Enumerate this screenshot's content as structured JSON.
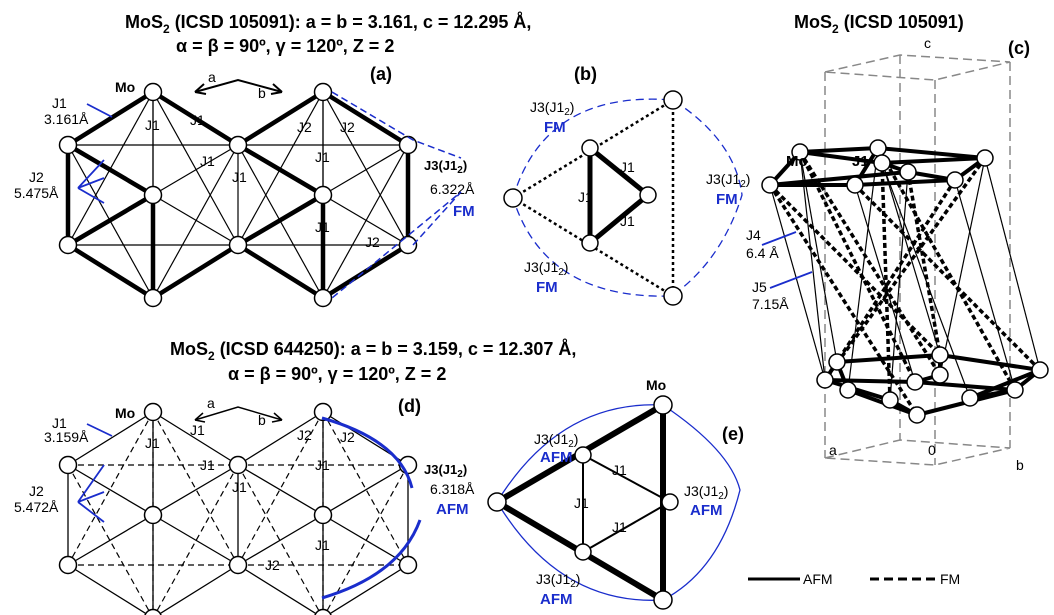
{
  "titles": {
    "top_formula": "MoS",
    "top_sub": "2",
    "top_rest": " (ICSD 105091): ",
    "top_params": "a = b = 3.161, c = 12.295 Å,",
    "top_line2": "α = β = 90º, γ = 120º, Z = 2",
    "right_formula": "MoS",
    "right_sub": "2",
    "right_rest": " (ICSD 105091)",
    "mid_formula": "MoS",
    "mid_sub": "2",
    "mid_rest": " (ICSD 644250): ",
    "mid_params": "a = b = 3.159, c = 12.307 Å,",
    "mid_line2": "α = β = 90º, γ = 120º, Z = 2"
  },
  "panels": {
    "a": "(a)",
    "b": "(b)",
    "c": "(c)",
    "d": "(d)",
    "e": "(e)"
  },
  "panel_a": {
    "mo": "Mo",
    "j1": "J1",
    "j1_dist": "3.161Å",
    "j2": "J2",
    "j2_dist": "5.475Å",
    "j3": "J3(J1",
    "j3_sub": "2",
    "j3_close": ")",
    "j3_dist": "6.322Å",
    "j3_type": "FM",
    "axis_a": "a",
    "axis_b": "b"
  },
  "panel_b": {
    "j3": "J3(J1",
    "j3_sub": "2",
    "j3_close": ")",
    "fm": "FM",
    "j1": "J1"
  },
  "panel_c": {
    "mo": "Mo",
    "j1": "J1",
    "j4": "J4",
    "j4_dist": "6.4 Å",
    "j5": "J5",
    "j5_dist": "7.15Å",
    "axis_a": "a",
    "axis_b": "b",
    "axis_c": "c",
    "origin": "0"
  },
  "panel_d": {
    "mo": "Mo",
    "j1": "J1",
    "j1_dist": "3.159Å",
    "j2": "J2",
    "j2_dist": "5.472Å",
    "j3": "J3(J1",
    "j3_sub": "2",
    "j3_close": ")",
    "j3_dist": "6.318Å",
    "j3_type": "AFM",
    "axis_a": "a",
    "axis_b": "b"
  },
  "panel_e": {
    "mo": "Mo",
    "j3": "J3(J1",
    "j3_sub": "2",
    "j3_close": ")",
    "afm": "AFM",
    "j1": "J1"
  },
  "legend": {
    "afm": "AFM",
    "fm": "FM"
  },
  "colors": {
    "accent": "#1a2dcc",
    "box": "#888888"
  }
}
